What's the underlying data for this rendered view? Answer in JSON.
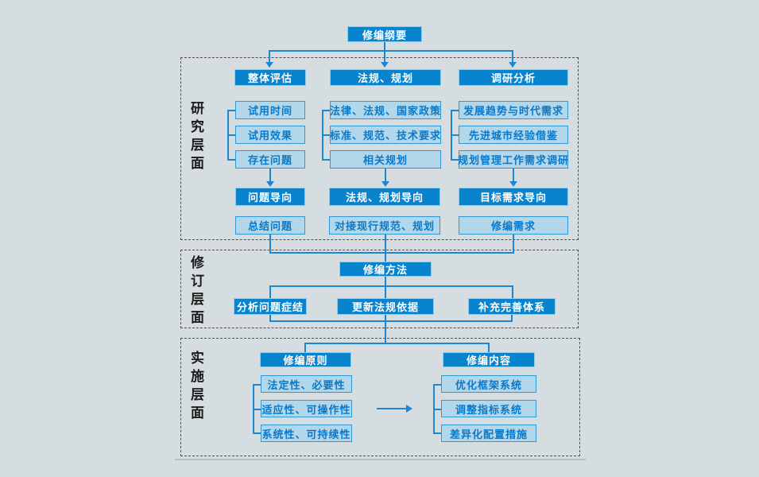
{
  "root": {
    "title": "修编纲要"
  },
  "research": {
    "label": "研究层面",
    "col1": {
      "header": "整体评估",
      "item1": "试用时间",
      "item2": "试用效果",
      "item3": "存在问题",
      "direction": "问题导向",
      "summary": "总结问题"
    },
    "col2": {
      "header": "法规、规划",
      "item1": "法律、法规、国家政策",
      "item2": "标准、规范、技术要求",
      "item3": "相关规划",
      "direction": "法规、规划导向",
      "summary": "对接现行规范、规划"
    },
    "col3": {
      "header": "调研分析",
      "item1": "发展趋势与时代需求",
      "item2": "先进城市经验借鉴",
      "item3": "规划管理工作需求调研",
      "direction": "目标需求导向",
      "summary": "修编需求"
    }
  },
  "revision": {
    "label": "修订层面",
    "method": "修编方法",
    "action1": "分析问题症结",
    "action2": "更新法规依据",
    "action3": "补充完善体系"
  },
  "implementation": {
    "label": "实施层面",
    "principles": {
      "header": "修编原则",
      "item1": "法定性、必要性",
      "item2": "适应性、可操作性",
      "item3": "系统性、可持续性"
    },
    "contents": {
      "header": "修编内容",
      "item1": "优化框架系统",
      "item2": "调整指标系统",
      "item3": "差异化配置措施"
    }
  },
  "colors": {
    "solid_fill": "#0884cf",
    "light_fill": "#b2d7ea",
    "light_text": "#0a79ca",
    "connector": "#1b87d3",
    "background": "#d6dde1"
  }
}
